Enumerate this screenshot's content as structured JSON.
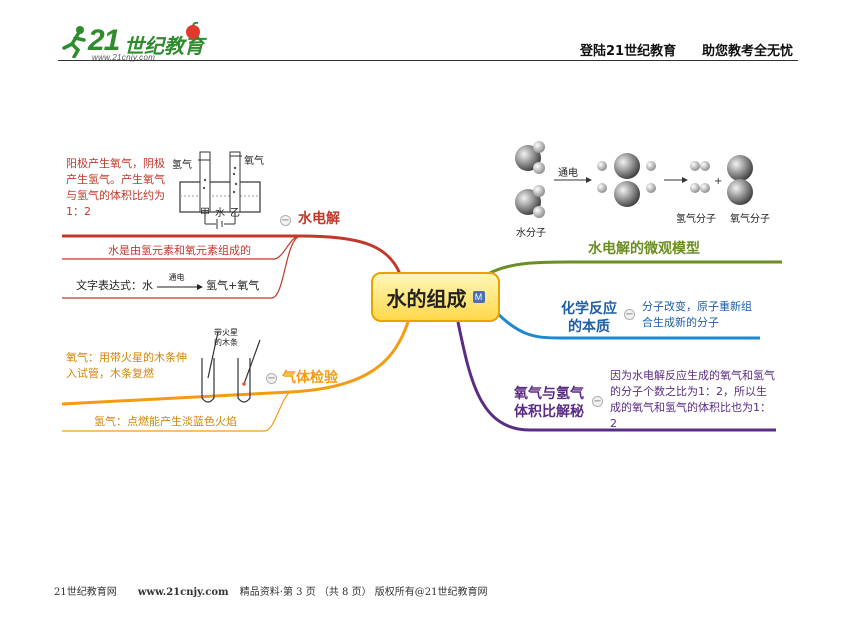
{
  "header": {
    "logo_number": "21",
    "logo_text": "世纪教育",
    "logo_url": "www.21cnjy.com",
    "slogan_left": "登陆21世纪教育",
    "slogan_right": "助您教考全无忧"
  },
  "mindmap": {
    "central": "水的组成",
    "central_badge": "M",
    "electrolysis": {
      "title": "水电解",
      "note_anode": "阳极产生氧气，阴极产生氢气。产生氧气与氢气的体积比约为1：2",
      "note_composition": "水是由氢元素和氧元素组成的",
      "word_eq_prefix": "文字表达式：水",
      "word_eq_condition": "通电",
      "word_eq_products": "氢气+氧气",
      "diagram_labels": {
        "hydrogen": "氢气",
        "oxygen": "氧气",
        "water": "水",
        "left": "甲",
        "right": "乙"
      }
    },
    "gas_test": {
      "title": "气体检验",
      "oxygen_note": "氧气：用带火星的木条伸入试管，木条复燃",
      "hydrogen_note": "氢气：点燃能产生淡蓝色火焰",
      "splint_label": "带火星的木条"
    },
    "micro_model": {
      "title": "水电解的微观模型",
      "arrow_label": "通电",
      "water_molecule": "水分子",
      "hydrogen_molecule": "氢气分子",
      "oxygen_molecule": "氧气分子"
    },
    "essence": {
      "title": "化学反应的本质",
      "title_line1": "化学反应",
      "title_line2": "的本质",
      "note": "分子改变，原子重新组合生成新的分子"
    },
    "ratio": {
      "title_line1": "氧气与氢气",
      "title_line2": "体积比解秘",
      "note": "因为水电解反应生成的氧气和氢气的分子个数之比为1：2，所以生成的氧气和氢气的体积比也为1：2"
    }
  },
  "footer": {
    "site": "21世纪教育网",
    "url": "www.21cnjy.com",
    "page_info": "精品资料·第 3 页 （共 8 页） 版权所有@21世纪教育网"
  },
  "colors": {
    "red": "#c0392b",
    "orange": "#f39c12",
    "olive": "#6b8e23",
    "blue": "#1e88d0",
    "purple": "#5b2c83"
  }
}
